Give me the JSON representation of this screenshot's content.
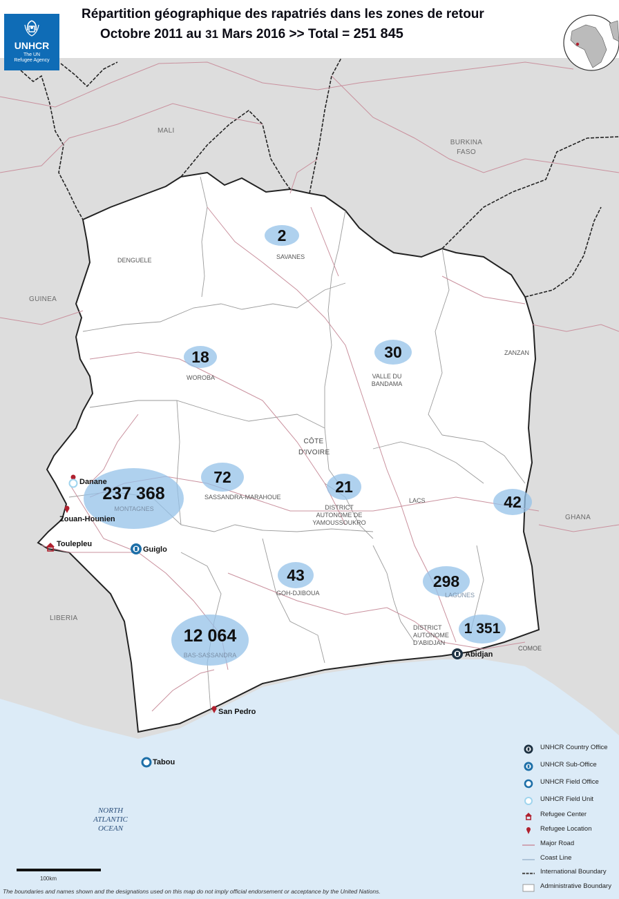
{
  "header": {
    "logo": {
      "name": "UNHCR",
      "subtitle_1": "The UN",
      "subtitle_2": "Refugee Agency"
    },
    "title_line1": "Répartition géographique des rapatriés dans les zones de retour",
    "title_line2_a": "Octobre 2011 au",
    "title_line2_b": "31",
    "title_line2_c": "Mars 2016 >> Total =",
    "title_line2_d": "251 845"
  },
  "countries": {
    "mali": "MALI",
    "burkina_1": "BURKINA",
    "burkina_2": "FASO",
    "guinea": "GUINEA",
    "liberia": "LIBERIA",
    "ghana": "GHANA",
    "cote_1": "CÔTE",
    "cote_2": "D'IVOIRE"
  },
  "regions": {
    "denguele": "DENGUELE",
    "savanes": "SAVANES",
    "zanzan": "ZANZAN",
    "woroba": "WOROBA",
    "bandama_1": "VALLE DU",
    "bandama_2": "BANDAMA",
    "montagnes": "MONTAGNES",
    "sassandra": "SASSANDRA-MARAHOUE",
    "yam_1": "DISTRICT",
    "yam_2": "AUTONOME DE",
    "yam_3": "YAMOUSSOUKRO",
    "lacs": "LACS",
    "goh": "GOH-DJIBOUA",
    "lagunes": "LAGUNES",
    "abidjan_1": "DISTRICT",
    "abidjan_2": "AUTONOME",
    "abidjan_3": "D'ABIDJAN",
    "bas_sassandra": "BAS-SASSANDRA",
    "comoe": "COMOE"
  },
  "counts": {
    "savanes": "2",
    "woroba": "18",
    "bandama": "30",
    "montagnes": "237 368",
    "sassandra": "72",
    "yamoussoukro": "21",
    "comoe": "42",
    "goh": "43",
    "lagunes": "298",
    "abidjan": "1 351",
    "bas_sassandra": "12 064"
  },
  "cities": {
    "danane": "Danane",
    "zouan": "Zouan-Hounien",
    "toulepleu": "Toulepleu",
    "guiglo": "Guiglo",
    "abidjan": "Abidjan",
    "san_pedro": "San Pedro",
    "tabou": "Tabou"
  },
  "ocean": {
    "line1": "NORTH",
    "line2": "ATLANTIC",
    "line3": "OCEAN"
  },
  "scale_label": "100km",
  "disclaimer": "The boundaries and names shown and the designations used on this map do not imply official endorsement or acceptance by the United Nations.",
  "legend": {
    "country_office": "UNHCR Country Office",
    "sub_office": "UNHCR Sub-Office",
    "field_office": "UNHCR Field Office",
    "field_unit": "UNHCR Field Unit",
    "refugee_center": "Refugee Center",
    "refugee_location": "Refugee Location",
    "major_road": "Major Road",
    "coast_line": "Coast Line",
    "intl_boundary": "International Boundary",
    "admin_boundary": "Administrative Boundary"
  },
  "colors": {
    "ocean": "#dcebf7",
    "land_neighbor": "#dddddd",
    "land_main": "#ffffff",
    "bubble": "#94c1e8",
    "road": "#c9909d",
    "unhcr_blue": "#0f6cb6",
    "marker_red": "#b0202e"
  },
  "icons": {
    "logo": "unhcr-logo-icon",
    "globe": "globe-locator-icon",
    "country_office": "unhcr-country-office-icon",
    "sub_office": "unhcr-sub-office-icon",
    "field_office": "unhcr-field-office-icon",
    "field_unit": "unhcr-field-unit-icon",
    "refugee_center": "refugee-center-icon",
    "refugee_location": "refugee-location-icon"
  }
}
